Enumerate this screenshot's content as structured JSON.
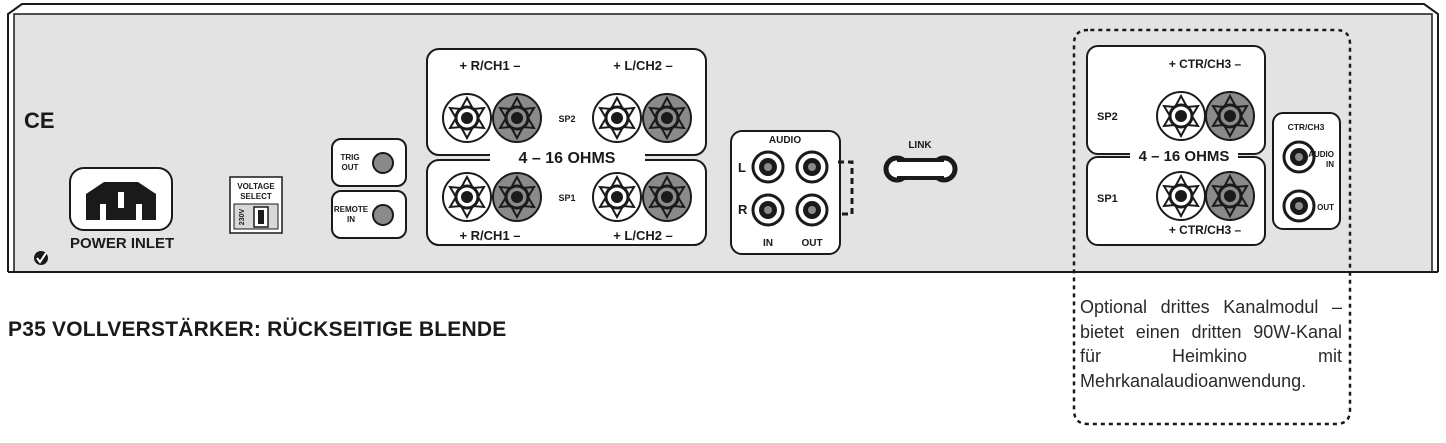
{
  "panel": {
    "ce_mark": "CE",
    "power_inlet_label": "POWER INLET",
    "voltage_select_label": [
      "VOLTAGE",
      "SELECT"
    ],
    "voltage_value": "230V",
    "trig_out_label": [
      "TRIG",
      "OUT"
    ],
    "remote_in_label": [
      "REMOTE",
      "IN"
    ],
    "speakers": {
      "right_label": "+ R/CH1 –",
      "left_label": "+ L/CH2 –",
      "sp2_label": "SP2",
      "sp1_label": "SP1",
      "impedance": "4 – 16 OHMS"
    },
    "audio": {
      "title": "AUDIO",
      "l": "L",
      "r": "R",
      "in": "IN",
      "out": "OUT"
    },
    "link_label": "LINK",
    "module": {
      "ctr_label": "+ CTR/CH3 –",
      "sp2_label": "SP2",
      "sp1_label": "SP1",
      "impedance": "4 – 16 OHMS",
      "ctr_title": "CTR/CH3",
      "audio_in": [
        "AUDIO",
        "IN"
      ],
      "out": "OUT"
    }
  },
  "caption": "P35 VOLLVERSTÄRKER: RÜCKSEITIGE BLENDE",
  "note": "Optional drittes Kanalmodul – bietet einen dritten 90W-Kanal für Heimkino mit Mehrkanalaudioanwendung."
}
